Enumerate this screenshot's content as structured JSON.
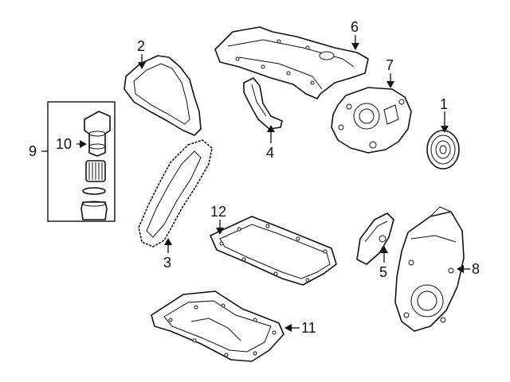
{
  "callouts": [
    "1",
    "2",
    "3",
    "4",
    "5",
    "6",
    "7",
    "8",
    "9",
    "10",
    "11",
    "12"
  ],
  "icons": {
    "oil_filter_group": "oil-filter-assembly-icon",
    "timing_chain": "chain-outline-icon"
  }
}
